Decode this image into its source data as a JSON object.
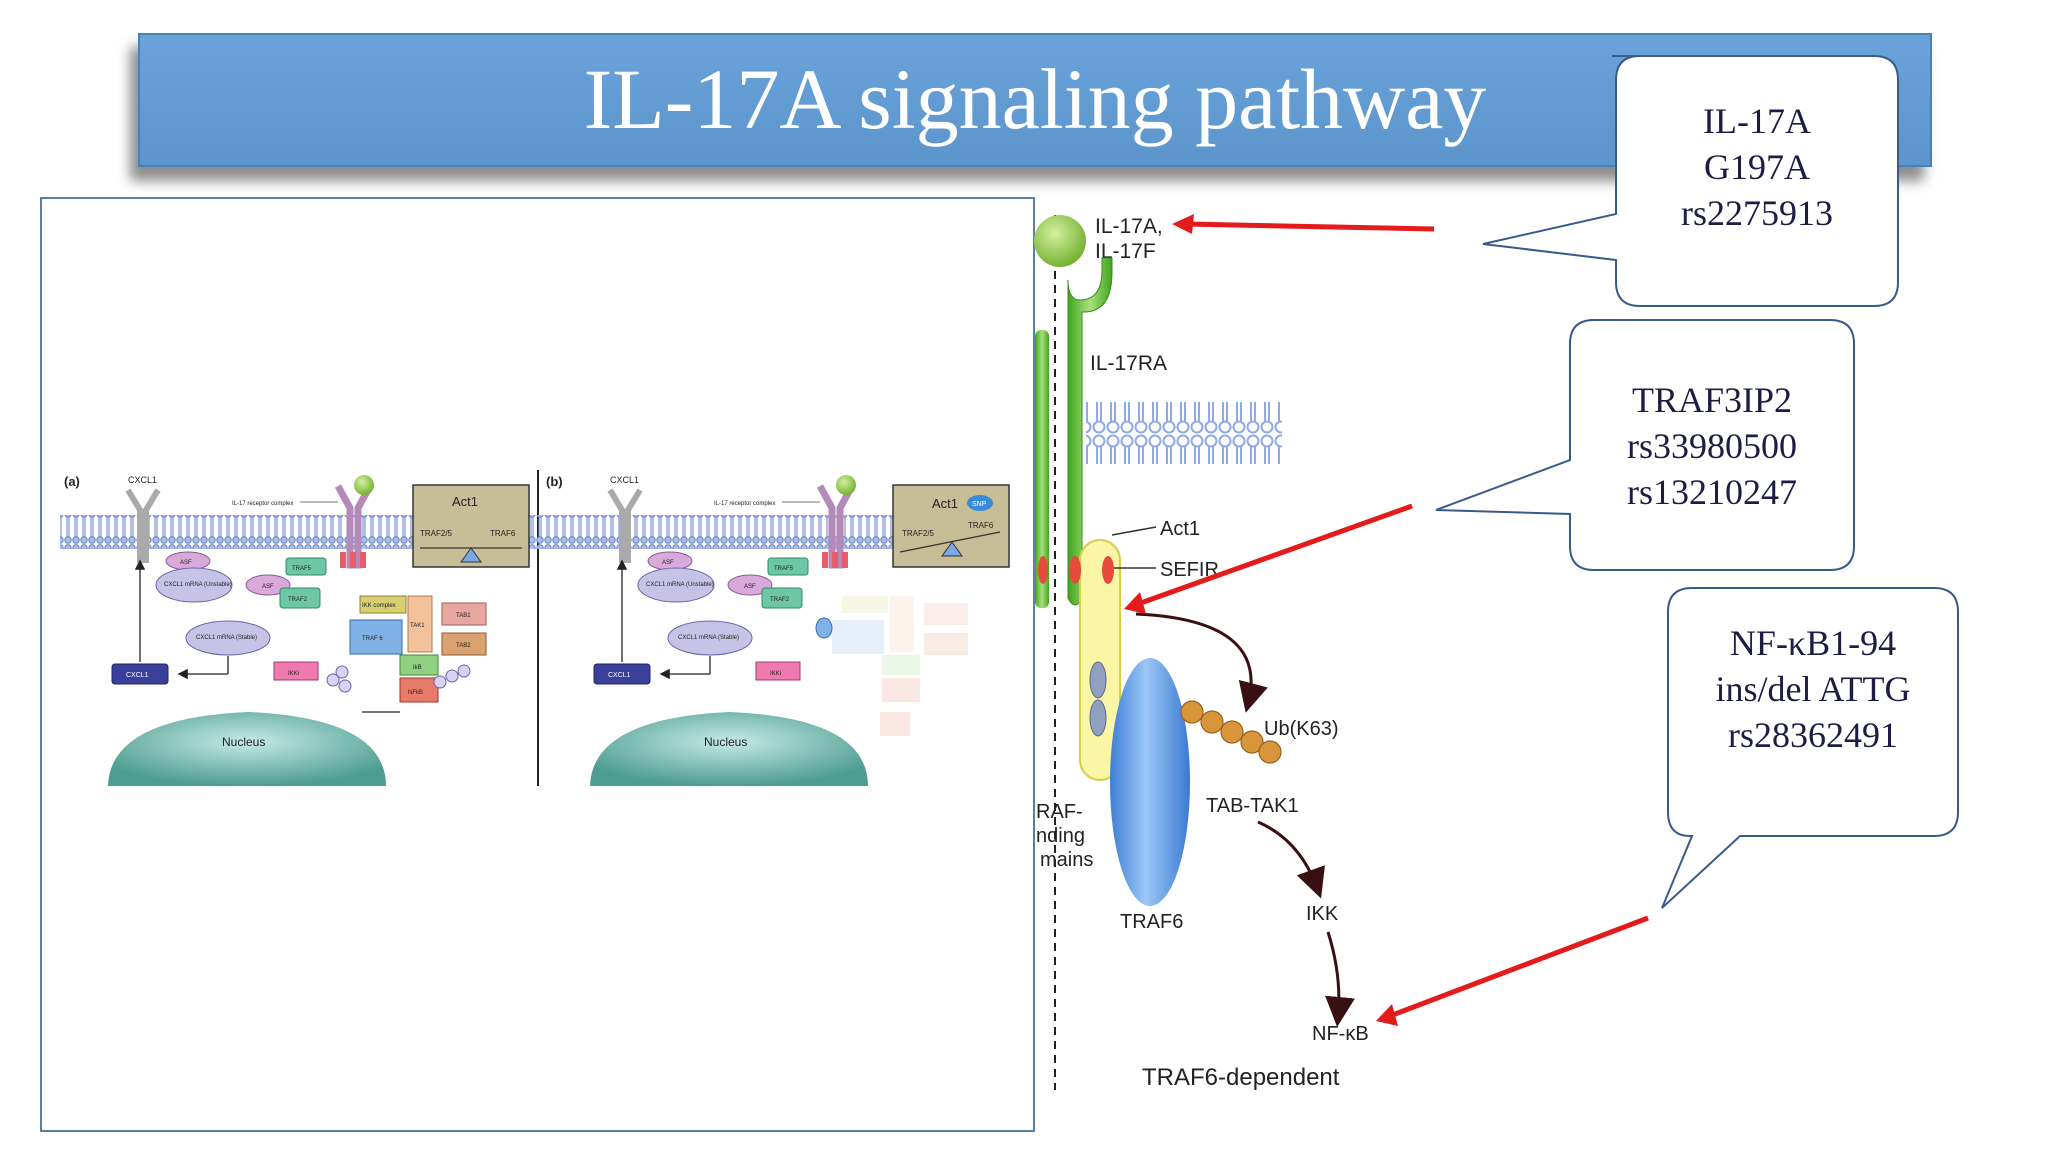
{
  "title": "IL-17A signaling pathway",
  "panel_a": {
    "tag": "(a)",
    "cxcl1_top": "CXCL1",
    "receptor_label": "IL-17 receptor complex",
    "act1_box": "Act1",
    "traf25": "TRAF2/5",
    "traf6": "TRAF6",
    "asf": "ASF",
    "asf2": "ASF",
    "cxcl1_mrna_unstable": "CXCL1 mRNA (Unstable)",
    "cxcl1_mrna_stable": "CXCL1 mRNA (Stable)",
    "traf5": "TRAF5",
    "traf2": "TRAF2",
    "ikk_complex": "IKK complex",
    "tak1": "TAK1",
    "tab1": "TAB1",
    "tab2": "TAB2",
    "traf6_small": "TRAF 6",
    "ikk_small": "IKKi",
    "ikb": "IkB",
    "nfkb": "NFkB",
    "cxcl1_bottom": "CXCL1",
    "nucleus": "Nucleus"
  },
  "panel_b": {
    "tag": "(b)",
    "cxcl1_top": "CXCL1",
    "receptor_label": "IL-17 receptor complex",
    "act1_box": "Act1",
    "snp": "SNP",
    "traf25": "TRAF2/5",
    "traf6": "TRAF6",
    "asf": "ASF",
    "asf2": "ASF",
    "cxcl1_mrna_unstable": "CXCL1 mRNA (Unstable)",
    "cxcl1_mrna_stable": "CXCL1 mRNA (Stable)",
    "traf5": "TRAF5",
    "traf2": "TRAF2",
    "ikk_small": "IKKi",
    "cxcl1_bottom": "CXCL1",
    "nucleus": "Nucleus"
  },
  "pathway": {
    "ligand_line1": "IL-17A,",
    "ligand_line2": "IL-17F",
    "receptor": "IL-17RA",
    "act1": "Act1",
    "sefir": "SEFIR",
    "traf_binding_line1": "RAF-",
    "traf_binding_line2": "nding",
    "traf_binding_line3": "mains",
    "ub": "Ub(K63)",
    "tab_tak1": "TAB-TAK1",
    "traf6": "TRAF6",
    "ikk": "IKK",
    "nfkb": "NF-κB",
    "footer": "TRAF6-dependent"
  },
  "callouts": [
    {
      "lines": [
        "IL-17A",
        "G197A",
        "rs2275913"
      ]
    },
    {
      "lines": [
        "TRAF3IP2",
        "rs33980500",
        "rs13210247"
      ]
    },
    {
      "lines": [
        "NF-κB1-94",
        "ins/del ATTG",
        "rs28362491"
      ]
    }
  ],
  "colors": {
    "title_bar": "#5b95cc",
    "arrow": "#e31b1b",
    "receptor_green": "#5fc232",
    "ligand_green": "#8dc63f",
    "act1_yellow": "#fbf6a6",
    "traf6_blue": "#4f8ee0",
    "ub_orange": "#d9953a",
    "membrane_blue": "#8fa9e8",
    "nucleus_teal": "#4fa59a"
  }
}
